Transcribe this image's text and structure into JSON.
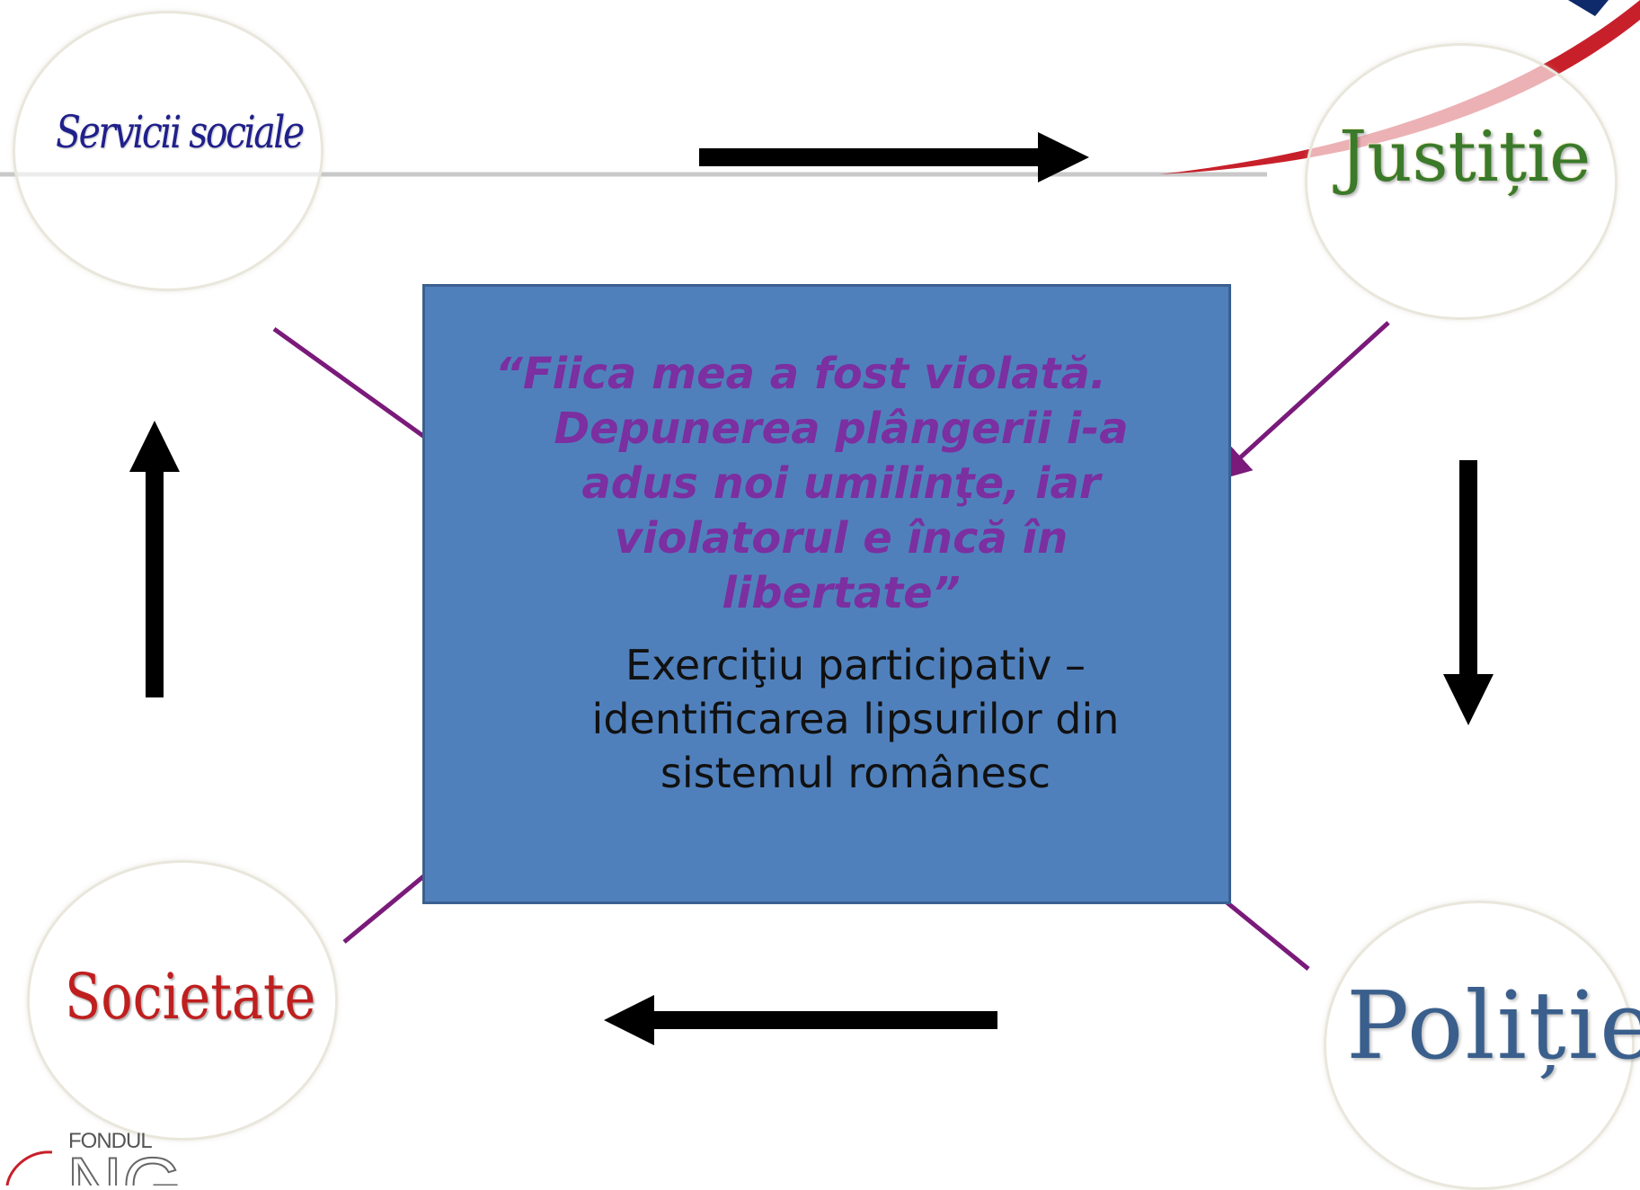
{
  "nodes": {
    "top_left": "Servicii sociale",
    "top_right": "Justiție",
    "bottom_left": "Societate",
    "bottom_right": "Poliție"
  },
  "center": {
    "quote_lines": [
      "“Fiica mea a fost violată.",
      "Depunerea plângerii i-a",
      "adus noi umilinţe, iar",
      "violatorul e încă în",
      "libertate”"
    ],
    "subtitle_lines": [
      "Exerciţiu participativ –",
      "identificarea lipsurilor din",
      "sistemul românesc"
    ]
  },
  "logo": {
    "text": "FONDUL",
    "letters": "NG"
  },
  "colors": {
    "box_fill": "#5080bc",
    "quote_text": "#7b2fa0",
    "diagonal_arrows": "#7a1a7a",
    "flow_arrows": "#000000",
    "header_swoosh": "#c8202a"
  }
}
